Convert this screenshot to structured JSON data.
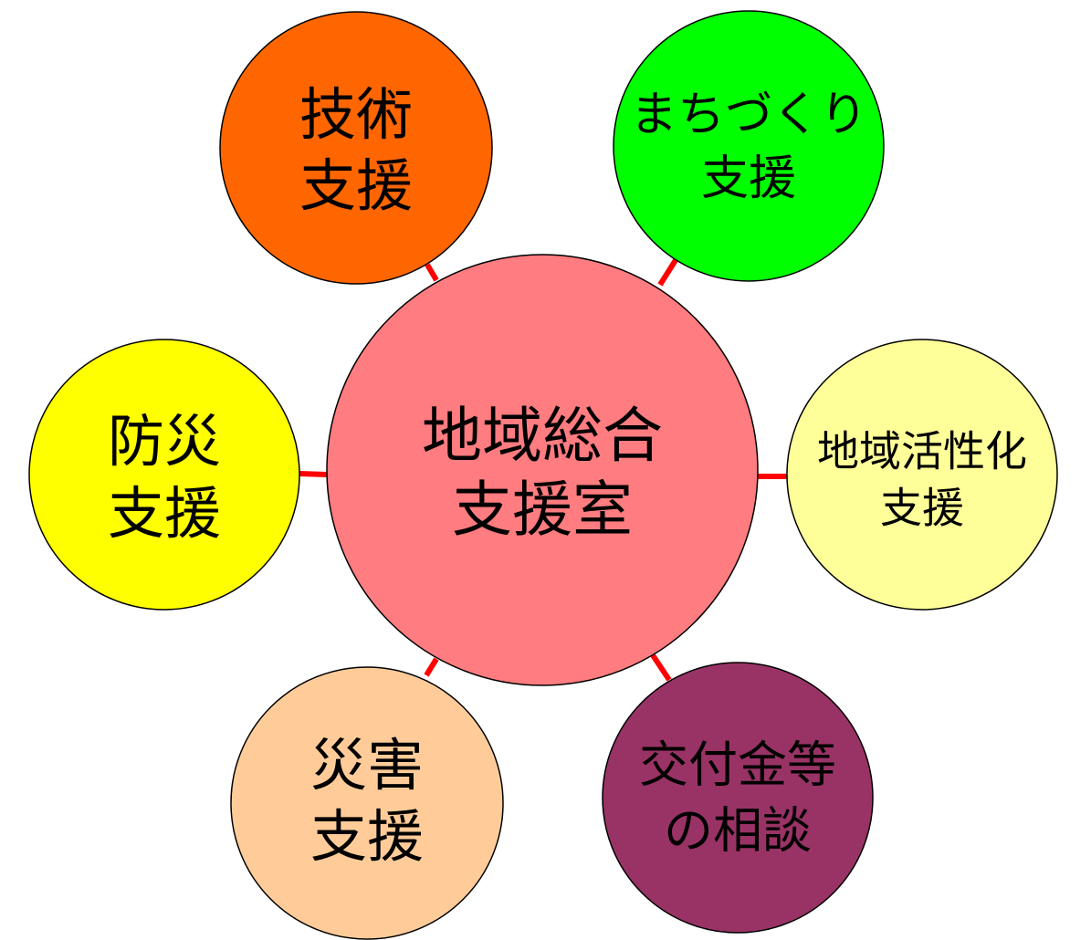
{
  "center": {
    "lines": [
      "地域総合",
      "支援室"
    ],
    "color": "#FF7C80"
  },
  "nodes": [
    {
      "id": "technical-support",
      "lines": [
        "技術",
        "支援"
      ],
      "color": "#FF6600"
    },
    {
      "id": "town-planning-support",
      "lines": [
        "まちづくり",
        "支援"
      ],
      "color": "#00FF00"
    },
    {
      "id": "disaster-prevention-support",
      "lines": [
        "防災",
        "支援"
      ],
      "color": "#FFFF00"
    },
    {
      "id": "regional-revitalization-support",
      "lines": [
        "地域活性化",
        "支援"
      ],
      "color": "#FFFF99"
    },
    {
      "id": "disaster-support",
      "lines": [
        "災害",
        "支援"
      ],
      "color": "#FFCC99"
    },
    {
      "id": "grant-consultation",
      "lines": [
        "交付金等",
        "の相談"
      ],
      "color": "#993366"
    }
  ],
  "connector_color": "#FF0000",
  "outline_color": "#000000"
}
